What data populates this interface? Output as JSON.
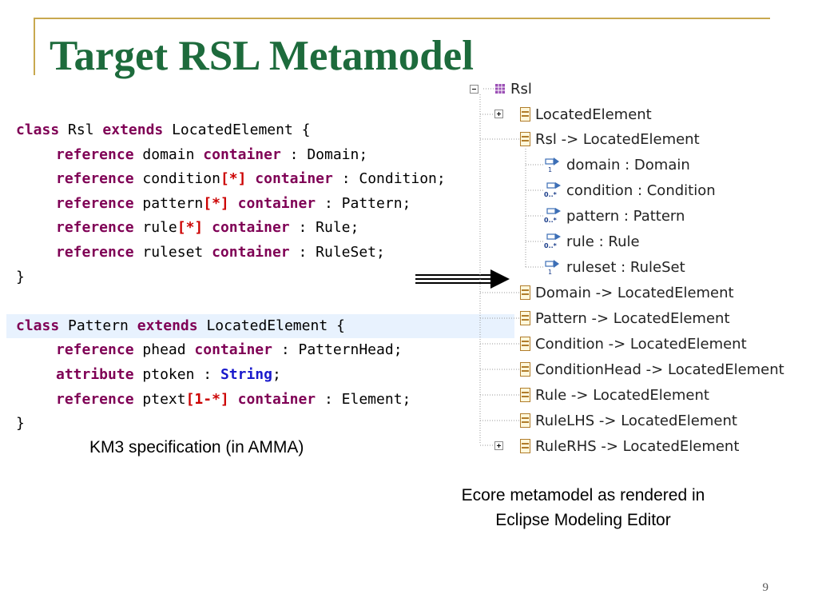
{
  "slide": {
    "title": "Target RSL Metamodel",
    "page_number": "9",
    "caption_left": "KM3 specification (in AMMA)",
    "caption_right_line1": "Ecore metamodel as rendered in",
    "caption_right_line2": "Eclipse Modeling Editor"
  },
  "colors": {
    "title": "#1d6b3c",
    "rule": "#c8a84f",
    "keyword": "#7f0055",
    "multiplicity": "#cc0000",
    "primitive_type": "#1a1acc",
    "highlight_line": "#e8f2fe"
  },
  "code": {
    "class1": {
      "kw_class": "class",
      "name": "Rsl",
      "kw_extends": "extends",
      "super_open": "LocatedElement {",
      "close": "}"
    },
    "class1_lines": [
      {
        "k1": "reference",
        "name": "domain",
        "mult": "",
        "k2": "container",
        "rest": ": Domain;"
      },
      {
        "k1": "reference",
        "name": "condition",
        "mult": "[*]",
        "k2": "container",
        "rest": ": Condition;"
      },
      {
        "k1": "reference",
        "name": "pattern",
        "mult": "[*]",
        "k2": "container",
        "rest": ": Pattern;"
      },
      {
        "k1": "reference",
        "name": "rule",
        "mult": "[*]",
        "k2": "container",
        "rest": ": Rule;"
      },
      {
        "k1": "reference",
        "name": "ruleset",
        "mult": "",
        "k2": "container",
        "rest": ": RuleSet;"
      }
    ],
    "class2": {
      "kw_class": "class",
      "name": "Pattern",
      "kw_extends": "extends",
      "super_open": "LocatedElement {",
      "close": "}"
    },
    "class2_line1": {
      "k1": "reference",
      "name": "phead",
      "k2": "container",
      "rest": ": PatternHead;"
    },
    "class2_line2": {
      "k1": "attribute",
      "name": "ptoken",
      "colon": ":",
      "type": "String",
      "semi": ";"
    },
    "class2_line3": {
      "k1": "reference",
      "name": "ptext",
      "mult": "[1-*]",
      "k2": "container",
      "rest": ": Element;"
    }
  },
  "tree": {
    "root": {
      "label": "Rsl",
      "icon": "package-icon",
      "expanded": true
    },
    "items": [
      {
        "label": "LocatedElement",
        "icon": "eclass-icon",
        "expander": "plus"
      },
      {
        "label": "Rsl -> LocatedElement",
        "icon": "eclass-icon",
        "expander": "none"
      },
      {
        "label": "domain : Domain",
        "icon": "reference-single-icon",
        "mult": "1"
      },
      {
        "label": "condition : Condition",
        "icon": "reference-many-icon",
        "mult": "0..*"
      },
      {
        "label": "pattern : Pattern",
        "icon": "reference-many-icon",
        "mult": "0..*"
      },
      {
        "label": "rule : Rule",
        "icon": "reference-many-icon",
        "mult": "0..*"
      },
      {
        "label": "ruleset : RuleSet",
        "icon": "reference-single-icon",
        "mult": "1"
      },
      {
        "label": "Domain -> LocatedElement",
        "icon": "eclass-icon"
      },
      {
        "label": "Pattern -> LocatedElement",
        "icon": "eclass-icon"
      },
      {
        "label": "Condition -> LocatedElement",
        "icon": "eclass-icon"
      },
      {
        "label": "ConditionHead -> LocatedElement",
        "icon": "eclass-icon"
      },
      {
        "label": "Rule -> LocatedElement",
        "icon": "eclass-icon"
      },
      {
        "label": "RuleLHS -> LocatedElement",
        "icon": "eclass-icon"
      },
      {
        "label": "RuleRHS -> LocatedElement",
        "icon": "eclass-icon",
        "expander": "plus"
      }
    ]
  }
}
